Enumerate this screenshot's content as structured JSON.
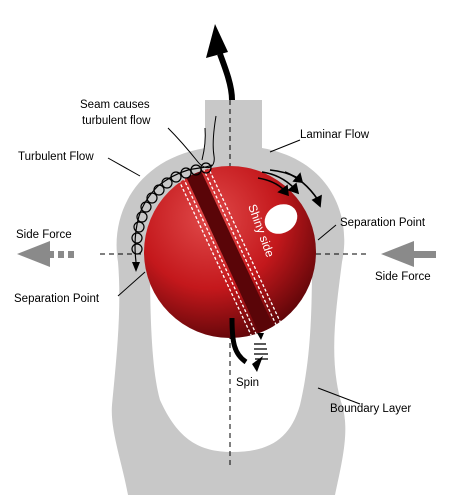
{
  "labels": {
    "seam_line1": "Seam causes",
    "seam_line2": "turbulent flow",
    "laminar_flow": "Laminar Flow",
    "turbulent_flow": "Turbulent Flow",
    "shiny_side": "Shiny side",
    "side_force_left": "Side Force",
    "side_force_right": "Side Force",
    "separation_point_right": "Separation Point",
    "separation_point_left": "Separation Point",
    "spin": "Spin",
    "boundary_layer": "Boundary Layer"
  },
  "colors": {
    "flow_region": "#c8c8c8",
    "ball_light": "#e04a4a",
    "ball_mid": "#c4181c",
    "ball_dark": "#5a0508",
    "force_arrow": "#8a8a8a",
    "ink": "#000000",
    "shine": "#ffffff"
  },
  "icons": {
    "motion_arrow": "black-curved-up-arrow",
    "side_force": "grey-dashed-arrow",
    "spin": "curved-spin-arrow"
  }
}
